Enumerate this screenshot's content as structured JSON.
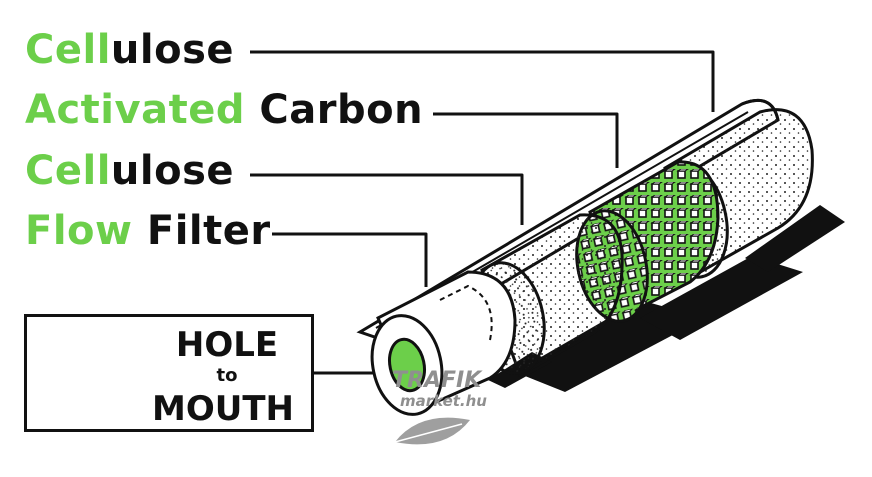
{
  "labels": [
    {
      "id": "cellulose-1",
      "green": "Cell",
      "black": "ulose"
    },
    {
      "id": "activated-carbon",
      "green": "Activated",
      "black": " Carbon"
    },
    {
      "id": "cellulose-2",
      "green": "Cell",
      "black": "ulose"
    },
    {
      "id": "flow-filter",
      "green": "Flow",
      "black": " Filter"
    }
  ],
  "mouth_badge": {
    "line1": "HOLE",
    "line2": "to",
    "line3": "MOUTH"
  },
  "watermark": {
    "brand": "TRAFIK",
    "sub": "market.hu"
  },
  "colors": {
    "accent_green": "#6ccf4a",
    "ink": "#111111",
    "watermark": "#8f8f8f"
  },
  "icons": [
    "tongue-mouth-icon",
    "leaf-icon"
  ]
}
